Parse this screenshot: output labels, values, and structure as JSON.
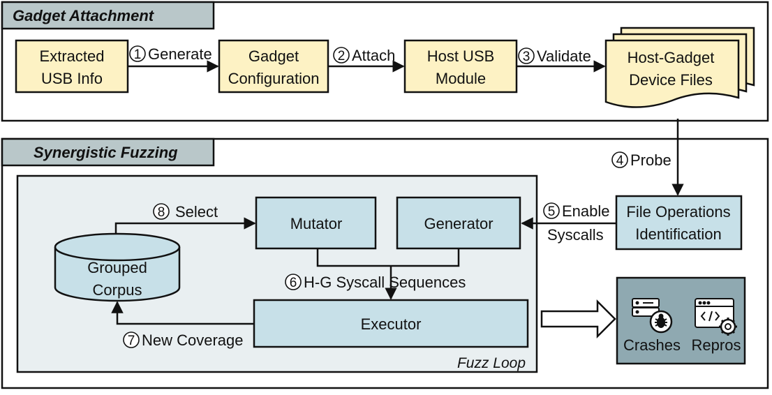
{
  "sections": {
    "gadget_title": "Gadget Attachment",
    "fuzz_title": "Synergistic Fuzzing",
    "fuzz_loop": "Fuzz Loop"
  },
  "boxes": {
    "extracted": [
      "Extracted",
      "USB Info"
    ],
    "gadget_config": [
      "Gadget",
      "Configuration"
    ],
    "host_usb": [
      "Host USB",
      "Module"
    ],
    "device_files": [
      "Host-Gadget",
      "Device Files"
    ],
    "file_ops": [
      "File Operations",
      "Identification"
    ],
    "mutator": "Mutator",
    "generator": "Generator",
    "corpus": [
      "Grouped",
      "Corpus"
    ],
    "executor": "Executor",
    "crashes": "Crashes",
    "repros": "Repros"
  },
  "steps": {
    "s1": {
      "num": "1",
      "text": "Generate"
    },
    "s2": {
      "num": "2",
      "text": "Attach"
    },
    "s3": {
      "num": "3",
      "text": "Validate"
    },
    "s4": {
      "num": "4",
      "text": "Probe"
    },
    "s5": {
      "num": "5",
      "text": "Enable",
      "text2": "Syscalls"
    },
    "s6": {
      "num": "6",
      "text": "H-G Syscall Sequences"
    },
    "s7": {
      "num": "7",
      "text": "New Coverage"
    },
    "s8": {
      "num": "8",
      "text": "Select"
    }
  },
  "colors": {
    "yellow_box": "#fdf2c4",
    "blue_box": "#c7e0e8",
    "panel_bg": "#e9eff1",
    "header_bg": "#b9c7c9",
    "result_bg": "#8fa9b1"
  }
}
